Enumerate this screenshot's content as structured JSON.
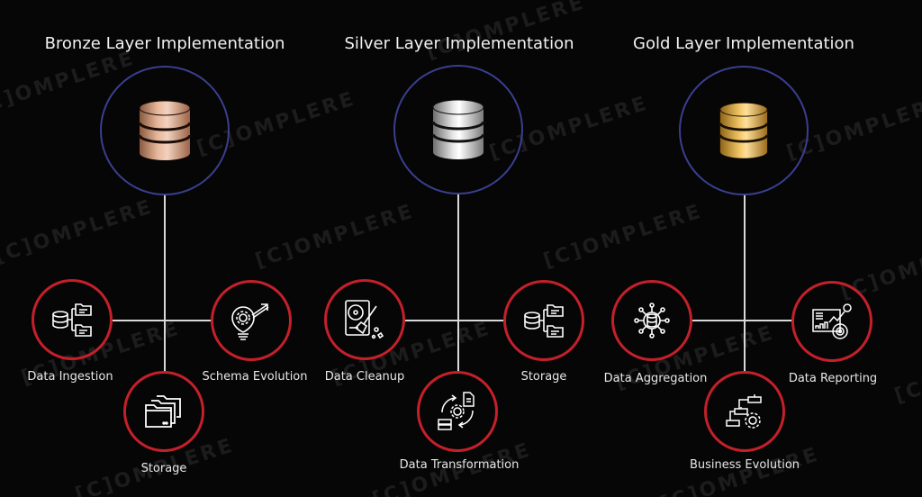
{
  "watermark": "[C]OMPLERE",
  "colors": {
    "background": "#060606",
    "main_circle": "#3a3f8f",
    "sub_circle": "#c4202a",
    "line": "#d8d8d8",
    "text": "#f2f2f2",
    "bronze": "#c9896a",
    "silver": "#d0d0d0",
    "gold": "#d9a845"
  },
  "layers": [
    {
      "title": "Bronze Layer Implementation",
      "db_icon": "bronze-database-icon",
      "items": [
        {
          "label": "Data Ingestion",
          "icon": "database-folders-icon"
        },
        {
          "label": "Schema Evolution",
          "icon": "lightbulb-gear-arrow-icon"
        },
        {
          "label": "Storage",
          "icon": "folders-icon"
        }
      ]
    },
    {
      "title": "Silver Layer Implementation",
      "db_icon": "silver-database-icon",
      "items": [
        {
          "label": "Data Cleanup",
          "icon": "disk-broom-icon"
        },
        {
          "label": "Storage",
          "icon": "database-folders-icon"
        },
        {
          "label": "Data Transformation",
          "icon": "gear-cycle-icon"
        }
      ]
    },
    {
      "title": "Gold Layer Implementation",
      "db_icon": "gold-database-icon",
      "items": [
        {
          "label": "Data Aggregation",
          "icon": "database-network-icon"
        },
        {
          "label": "Data Reporting",
          "icon": "report-chart-icon"
        },
        {
          "label": "Business Evolution",
          "icon": "flowchart-gear-icon"
        }
      ]
    }
  ]
}
